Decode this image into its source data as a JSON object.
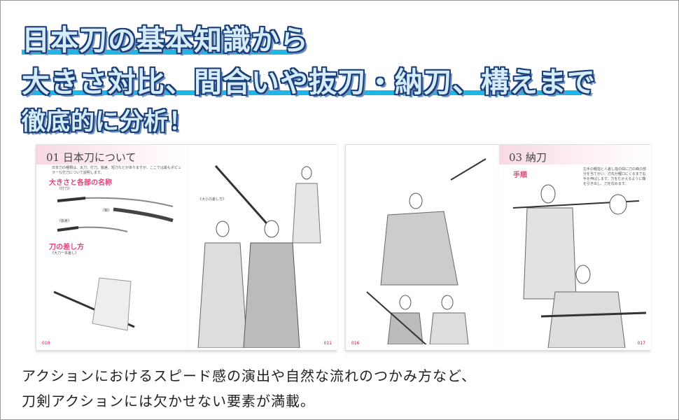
{
  "headline": {
    "line1": "日本刀の基本知識から",
    "line2": "大きさ対比、間合いや抜刀・納刀、構えまで",
    "line3": "徹底的に分析！"
  },
  "spread1": {
    "section_title": "01 日本刀について",
    "intro": "日本刀の種類は、太刀、打刀、脇差、短刀などがありますが、ここでは最もポピュラーな打刀について説明します。",
    "heading1": "大きさと各部の名称",
    "heading2": "刀の差し方",
    "sub": "《大刀一本差し》",
    "label_uchigatana": "《打刀》",
    "label_saya": "《鞘》",
    "label_wakizashi": "《脇差》",
    "label_large": "《大小の差し方》",
    "page_left": "010",
    "page_right": "011"
  },
  "spread2": {
    "section_title": "03 納刀",
    "heading": "手順",
    "text": "左手の親指と人差し指の間に刀の峰の部分を当てがい、刃先が鯉口にくるまで右手を伸ばします。刀をむかえるように鞘を引き出し、刀を収めます。",
    "page_left": "016",
    "page_right": "017"
  },
  "caption": {
    "line1": "アクションにおけるスピード感の演出や自然な流れのつかみ方など、",
    "line2": "刀剣アクションには欠かせない要素が満載。"
  }
}
